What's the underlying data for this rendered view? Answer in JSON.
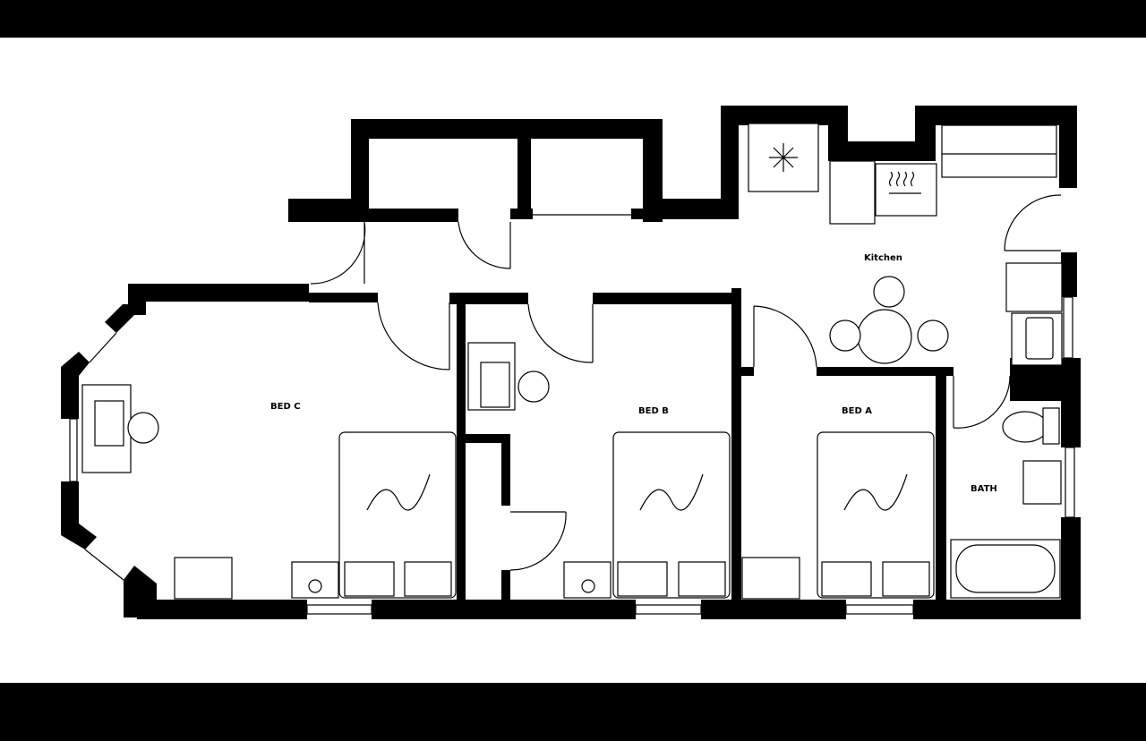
{
  "rooms": {
    "bed_c": "BED C",
    "bed_b": "BED B",
    "bed_a": "BED A",
    "bath": "BATH",
    "kitchen": "Kitchen"
  },
  "colors": {
    "wall": "#000000",
    "floor": "#ffffff"
  }
}
